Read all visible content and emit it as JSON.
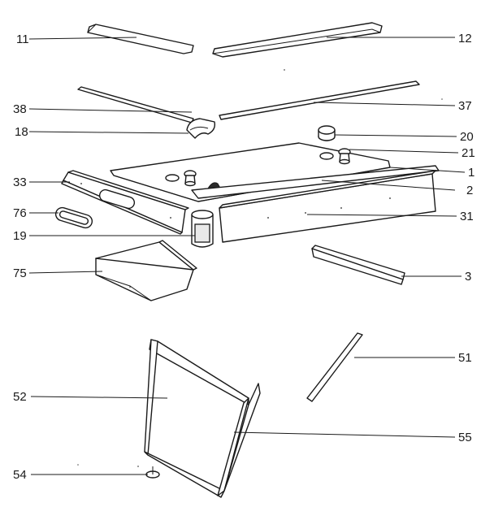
{
  "diagram": {
    "callouts": {
      "p11": "11",
      "p12": "12",
      "p38": "38",
      "p37": "37",
      "p18": "18",
      "p20": "20",
      "p21": "21",
      "p33": "33",
      "p1": "1",
      "p2": "2",
      "p76": "76",
      "p31": "31",
      "p19": "19",
      "p75": "75",
      "p3": "3",
      "p51": "51",
      "p52": "52",
      "p55": "55",
      "p54": "54"
    }
  }
}
